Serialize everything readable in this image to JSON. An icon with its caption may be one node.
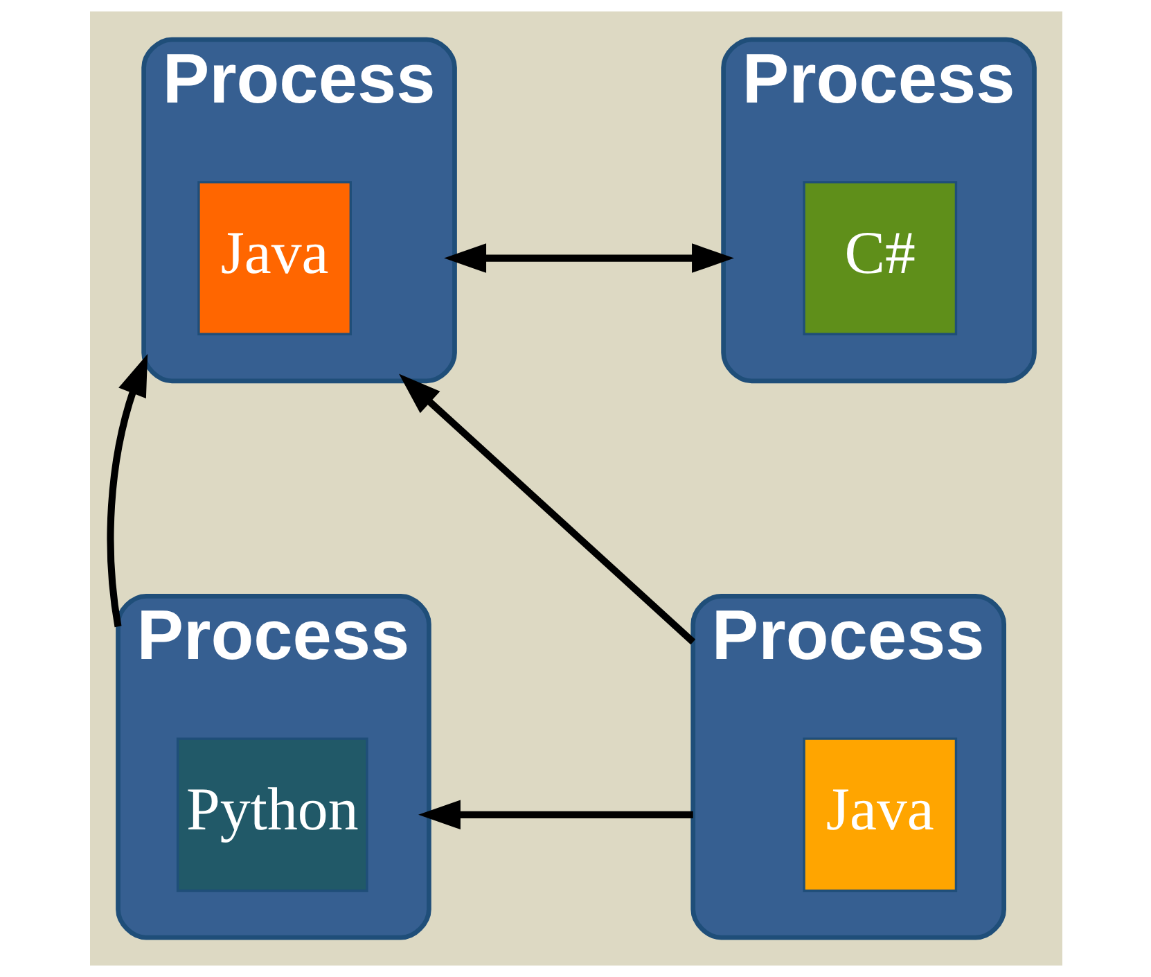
{
  "diagram": {
    "nodes": [
      {
        "text": [
          "Process"
        ]
      },
      {
        "text": [
          "Java"
        ],
        "in": 0
      },
      {
        "text": [
          "Process"
        ]
      },
      {
        "text": [
          "C#"
        ],
        "in": 2
      },
      {
        "text": [
          "Process"
        ]
      },
      {
        "text": [
          "Python"
        ],
        "in": 4
      },
      {
        "text": [
          "Process"
        ]
      },
      {
        "text": [
          "Java"
        ],
        "in": 6
      }
    ],
    "edges": [
      {
        "from": 0,
        "to": 2,
        "arrow": "both"
      },
      {
        "from": 4,
        "to": 0,
        "arrow": "to"
      },
      {
        "from": 6,
        "to": 0,
        "arrow": "to"
      },
      {
        "from": 6,
        "to": 4,
        "arrow": "to"
      }
    ]
  }
}
